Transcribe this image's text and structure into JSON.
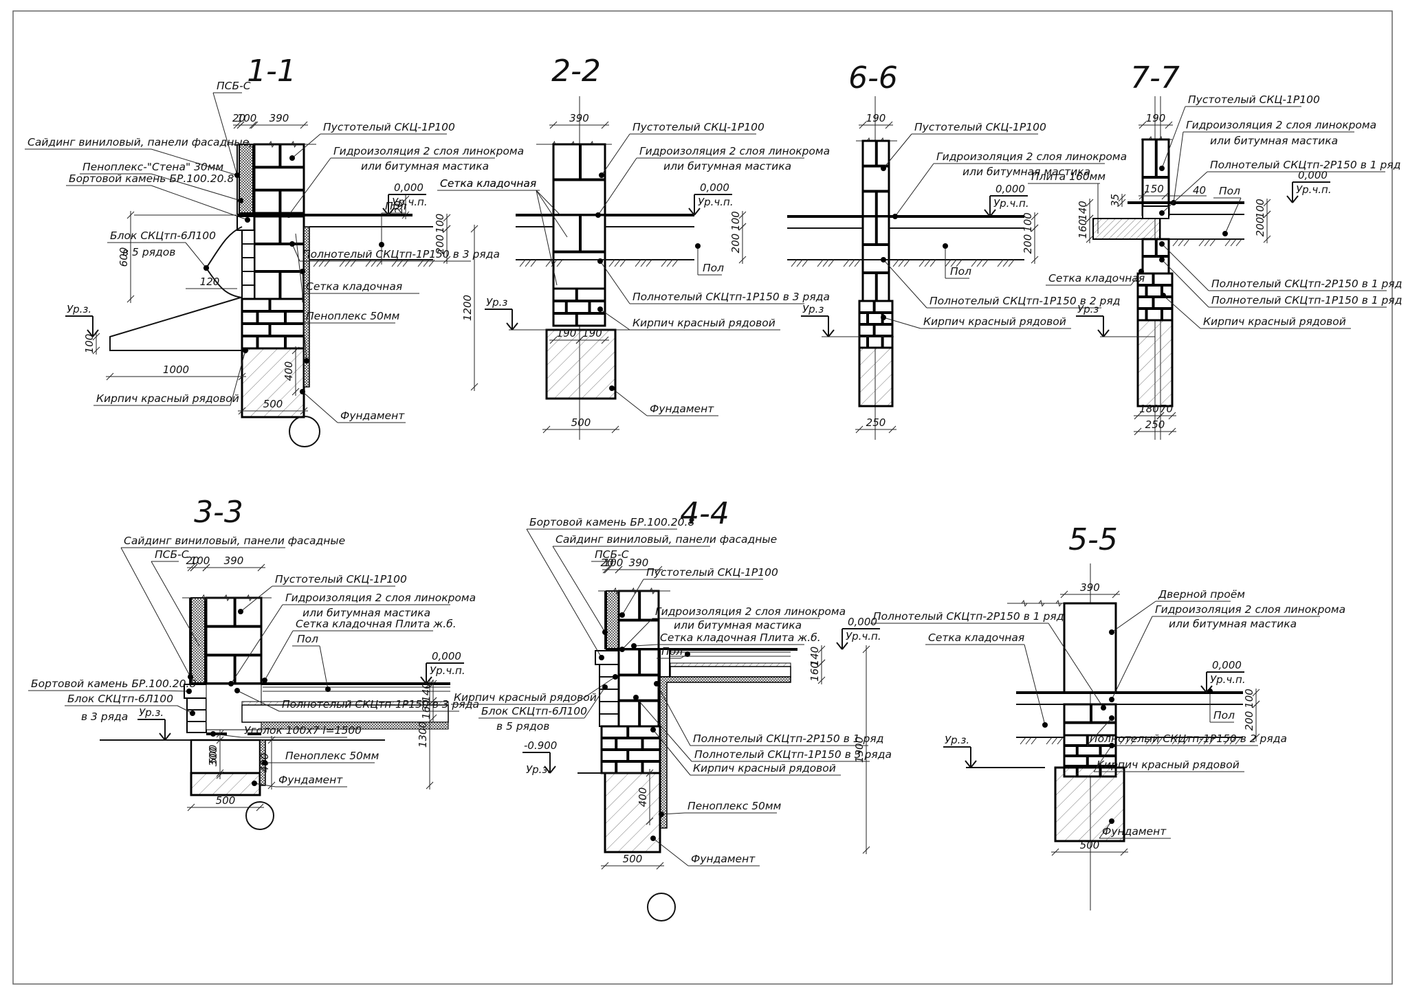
{
  "sheet": {
    "border_color": "#666666",
    "ink_color": "#000000"
  },
  "sections": {
    "s11": {
      "title": "1-1",
      "labels": {
        "psb": "ПСБ-С",
        "siding": "Сайдинг виниловый, панели фасадные",
        "penoplex_wall": "Пеноплекс-\"Стена\" 30мм",
        "curb": "Бортовой камень БР.100.20.8",
        "hollow": "Пустотелый СКЦ-1Р100",
        "waterproof1": "Гидроизоляция 2 слоя линокрома",
        "waterproof2": "или битумная мастика",
        "mesh": "Сетка кладочная",
        "block": "Блок СКЦтп-6Л100",
        "block_rows": "в 5 рядов",
        "solid": "Полнотелый СКЦтп-1Р150 в 3 ряда",
        "mesh2": "Сетка кладочная",
        "penoplex50": "Пеноплекс 50мм",
        "brick": "Кирпич красный рядовой",
        "foundation": "Фундамент",
        "floor": "Пол",
        "level_floor": "0,000",
        "level_floor_tag": "Ур.ч.п.",
        "level_ground": "Ур.з."
      },
      "dims": {
        "d20": "20",
        "d100": "100",
        "d390": "390",
        "d20v": "20",
        "d600": "600",
        "d120": "120",
        "d100v": "100",
        "d1000": "1000",
        "d500": "500",
        "d400": "400",
        "d1200": "1200",
        "d100f": "100",
        "d200f": "200"
      }
    },
    "s22": {
      "title": "2-2",
      "labels": {
        "hollow": "Пустотелый СКЦ-1Р100",
        "waterproof1": "Гидроизоляция 2 слоя линокрома",
        "waterproof2": "или битумная мастика",
        "mesh": "Сетка кладочная",
        "solid": "Полнотелый СКЦтп-1Р150 в 3 ряда",
        "brick": "Кирпич красный рядовой",
        "foundation": "Фундамент",
        "floor": "Пол",
        "level_floor": "0,000",
        "level_floor_tag": "Ур.ч.п.",
        "level_ground": "Ур.з"
      },
      "dims": {
        "d390": "390",
        "d190a": "190",
        "d190b": "190",
        "d500": "500",
        "d100f": "100",
        "d200f": "200"
      }
    },
    "s66": {
      "title": "6-6",
      "labels": {
        "hollow": "Пустотелый СКЦ-1Р100",
        "waterproof1": "Гидроизоляция 2 слоя линокрома",
        "waterproof2": "или битумная мастика",
        "slab": "Плита 160мм",
        "solid": "Полнотелый СКЦтп-1Р150 в 2 ряд",
        "brick": "Кирпич красный рядовой",
        "floor": "Пол",
        "level_floor": "0,000",
        "level_floor_tag": "Ур.ч.п.",
        "level_ground": "Ур.з"
      },
      "dims": {
        "d190": "190",
        "d250": "250",
        "d100f": "100",
        "d200f": "200"
      }
    },
    "s77": {
      "title": "7-7",
      "labels": {
        "hollow": "Пустотелый СКЦ-1Р100",
        "waterproof1": "Гидроизоляция 2 слоя линокрома",
        "waterproof2": "или битумная мастика",
        "solid2p_top": "Полнотелый СКЦтп-2Р150 в 1 ряд",
        "floor": "Пол",
        "mesh": "Сетка кладочная",
        "solid2p": "Полнотелый СКЦтп-2Р150 в 1 ряд",
        "solid1p": "Полнотелый СКЦтп-1Р150 в 1 ряд",
        "brick": "Кирпич красный рядовой",
        "level_floor": "0,000",
        "level_floor_tag": "Ур.ч.п.",
        "level_ground": "Ур.з"
      },
      "dims": {
        "d190": "190",
        "d150": "150",
        "d40": "40",
        "d35": "35",
        "d140": "140",
        "d160": "160",
        "d100f": "100",
        "d200f": "200",
        "d180": "180",
        "d70": "70",
        "d250": "250"
      }
    },
    "s33": {
      "title": "3-3",
      "labels": {
        "siding": "Сайдинг виниловый, панели фасадные",
        "psb": "ПСБ-С",
        "hollow": "Пустотелый СКЦ-1Р100",
        "waterproof1": "Гидроизоляция 2 слоя линокрома",
        "waterproof2": "или битумная мастика",
        "mesh_slab": "Сетка кладочная Плита ж.б.",
        "floor": "Пол",
        "curb": "Бортовой камень БР.100.20.8",
        "block": "Блок СКЦтп-6Л100",
        "block_rows": "в 3 ряда",
        "solid": "Полнотелый СКЦтп-1Р150 в 3 ряда",
        "angle": "Уголок 100х7 l=1500",
        "penoplex50": "Пеноплекс 50мм",
        "foundation": "Фундамент",
        "level_floor": "0,000",
        "level_floor_tag": "Ур.ч.п.",
        "level_ground": "Ур.з."
      },
      "dims": {
        "d20": "20",
        "d100": "100",
        "d390": "390",
        "d140": "140",
        "d160": "160",
        "d500v": "500",
        "d300": "300",
        "d400": "400",
        "d500": "500",
        "d1300": "1300"
      }
    },
    "s44": {
      "title": "4-4",
      "labels": {
        "curb": "Бортовой камень БР.100.20.8",
        "siding": "Сайдинг виниловый, панели фасадные",
        "psb": "ПСБ-С",
        "hollow": "Пустотелый СКЦ-1Р100",
        "waterproof1": "Гидроизоляция 2 слоя линокрома",
        "waterproof2": "или битумная мастика",
        "mesh_slab": "Сетка кладочная Плита ж.б.",
        "floor": "Пол",
        "brick_left": "Кирпич красный рядовой",
        "block": "Блок СКЦтп-6Л100",
        "block_rows": "в 5 рядов",
        "solid2p": "Полнотелый СКЦтп-2Р150 в 1 ряд",
        "solid1p": "Полнотелый СКЦтп-1Р150 в 3 ряда",
        "brick": "Кирпич красный рядовой",
        "penoplex50": "Пеноплекс 50мм",
        "foundation": "Фундамент",
        "level_floor": "0,000",
        "level_floor_tag": "Ур.ч.п.",
        "level_ground": "-0.900",
        "level_ground_tag": "Ур.з."
      },
      "dims": {
        "d20": "20",
        "d100": "100",
        "d390": "390",
        "d140": "140",
        "d160": "160",
        "d400": "400",
        "d500": "500",
        "d1300": "1300"
      }
    },
    "s55": {
      "title": "5-5",
      "labels": {
        "door": "Дверной проём",
        "waterproof1": "Гидроизоляция 2 слоя линокрома",
        "waterproof2": "или битумная мастика",
        "solid2p": "Полнотелый СКЦтп-2Р150 в 1 ряд",
        "mesh": "Сетка кладочная",
        "solid1p": "Полнотелый СКЦтп-1Р150 в 2 ряда",
        "brick": "Кирпич красный рядовой",
        "foundation": "Фундамент",
        "floor": "Пол",
        "level_floor": "0,000",
        "level_floor_tag": "Ур.ч.п.",
        "level_ground": "Ур.з."
      },
      "dims": {
        "d390": "390",
        "d500": "500",
        "d100f": "100",
        "d200f": "200"
      }
    }
  }
}
